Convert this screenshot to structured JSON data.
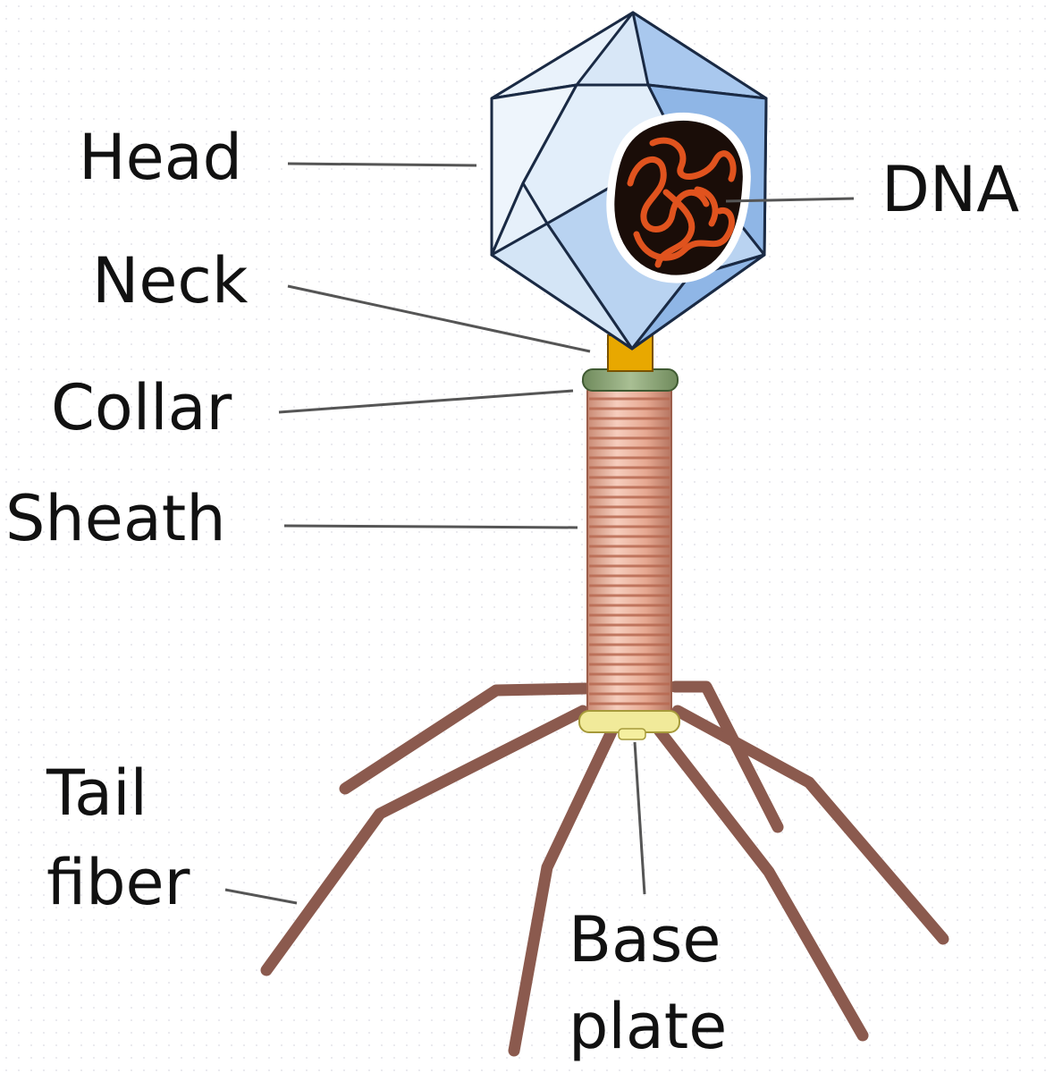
{
  "labels": {
    "head": "Head",
    "dna": "DNA",
    "neck": "Neck",
    "collar": "Collar",
    "sheath": "Sheath",
    "tail_fiber": [
      "Tail",
      "fiber"
    ],
    "base_plate": [
      "Base",
      "plate"
    ]
  },
  "colors": {
    "head_face_light": "#e6f0fa",
    "head_face_mid": "#c6dcf2",
    "head_face_dark": "#8fb6e6",
    "head_edge": "#1a2a44",
    "dna_core": "#1a0d08",
    "dna_strand": "#e0531e",
    "neck": "#e8a800",
    "collar": "#8aa276",
    "sheath": "#e6a891",
    "sheath_ring": "#b86a52",
    "base_plate": "#f1ea9a",
    "tail_fiber": "#8b5a4e",
    "leader_line": "#555555",
    "label_text": "#111111"
  }
}
